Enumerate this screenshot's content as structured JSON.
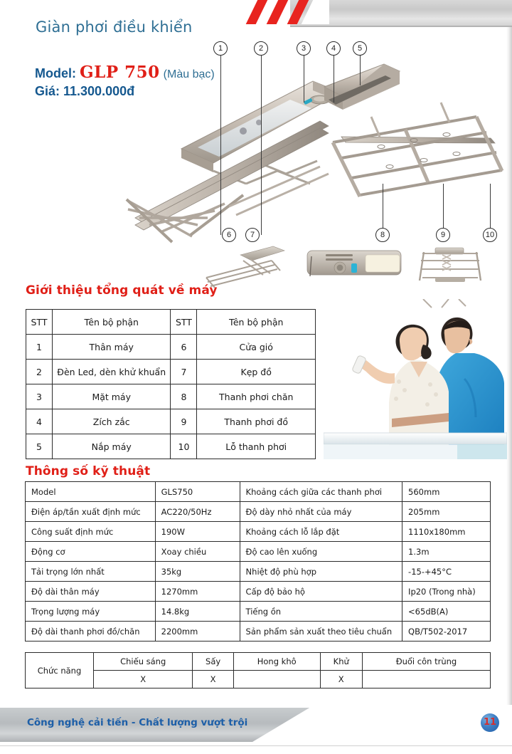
{
  "header": {
    "title": "Giàn phơi điều khiển",
    "model_label": "Model:",
    "model_code": "GLP 750",
    "model_color": "(Màu bạc)",
    "price_label": "Giá:",
    "price_value": "11.300.000đ",
    "price_line": "Giá: 11.300.000đ"
  },
  "colors": {
    "title_blue": "#2f6f94",
    "heading_red": "#e01f17",
    "model_blue": "#15588f",
    "stripe_red": "#e8241f",
    "footer_blue": "#1d5fa8",
    "badge_red": "#d32f2f"
  },
  "callouts": [
    {
      "n": "1"
    },
    {
      "n": "2"
    },
    {
      "n": "3"
    },
    {
      "n": "4"
    },
    {
      "n": "5"
    },
    {
      "n": "6"
    },
    {
      "n": "7"
    },
    {
      "n": "8"
    },
    {
      "n": "9"
    },
    {
      "n": "10"
    }
  ],
  "parts_section": {
    "heading": "Giới thiệu tổng quát về máy",
    "headers": [
      "STT",
      "Tên bộ phận",
      "STT",
      "Tên bộ phận"
    ],
    "rows": [
      [
        "1",
        "Thân máy",
        "6",
        "Cửa gió"
      ],
      [
        "2",
        "Đèn Led, dèn khử khuẩn",
        "7",
        "Kẹp đồ"
      ],
      [
        "3",
        "Mặt máy",
        "8",
        "Thanh phơi chăn"
      ],
      [
        "4",
        "Zích zắc",
        "9",
        "Thanh phơi đồ"
      ],
      [
        "5",
        "Nắp máy",
        "10",
        "Lỗ thanh phơi"
      ]
    ]
  },
  "spec_section": {
    "heading": "Thông số kỹ thuật",
    "rows": [
      [
        "Model",
        "GLS750",
        "Khoảng cách giữa các thanh phơi",
        "560mm"
      ],
      [
        "Điện áp/tần xuất định mức",
        "AC220/50Hz",
        "Độ dày nhỏ nhất của máy",
        "205mm"
      ],
      [
        "Công suất định mức",
        "190W",
        "Khoảng cách lỗ lắp đặt",
        "1110x180mm"
      ],
      [
        "Động cơ",
        "Xoay chiều",
        "Độ cao lên xuống",
        "1.3m"
      ],
      [
        "Tải trọng lớn nhất",
        "35kg",
        "Nhiệt độ phù hợp",
        "-15-+45°C"
      ],
      [
        "Độ dài thân máy",
        "1270mm",
        "Cấp độ bảo hộ",
        "Ip20 (Trong nhà)"
      ],
      [
        "Trọng lượng máy",
        "14.8kg",
        "Tiếng ồn",
        "<65dB(A)"
      ],
      [
        "Độ dài thanh phơi đồ/chăn",
        "2200mm",
        "Sản phẩm sản xuất theo tiêu chuẩn",
        "QB/T502-2017"
      ]
    ],
    "function_label": "Chức năng",
    "function_headers": [
      "Chiếu sáng",
      "Sấy",
      "Hong khô",
      "Khử",
      "Đuổi côn trùng"
    ],
    "function_values": [
      "X",
      "X",
      "",
      "X",
      ""
    ]
  },
  "footer": {
    "slogan": "Công nghệ cải tiến - Chất lượng vượt trội",
    "page_number": "11"
  }
}
